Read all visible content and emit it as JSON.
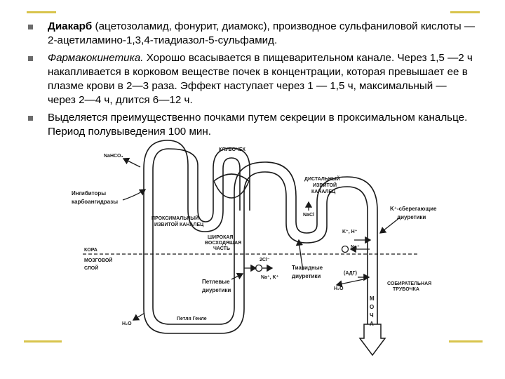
{
  "bullets": [
    {
      "bold": "Диакарб",
      "text": " (ацетозоламид, фонурит, диамокс), производное сульфаниловой кислоты — 2-ацетиламино-1,3,4-тиадиазол-5-сульфамид."
    },
    {
      "italic": "Фармакокинетика.",
      "text": " Хорошо всасывается в пищеварительном канале. Через 1,5 —2 ч накапливается в корковом веществе почек в концентрации, которая превышает ее в плазме крови в 2—3 раза. Эффект наступает через 1 — 1,5 ч, максимальный — через 2—4 ч, длится 6—12 ч."
    },
    {
      "text": "Выделяется преимущественно почками путем секреции в проксимальном канальце. Период полувыведения 100 мин."
    }
  ],
  "diagram": {
    "nahco3": "NaHCO₃",
    "glomerulus": "КЛУБОЧЕК",
    "inhibitors_1": "Ингибиторы",
    "inhibitors_2": "карбоангидразы",
    "prox_1": "ПРОКСИМАЛЬНЫЙ",
    "prox_2": "ИЗВИТОЙ КАНАЛЕЦ",
    "distal_1": "ДИСТАЛЬНЫЙ",
    "distal_2": "ИЗВИТОЙ",
    "distal_3": "КАНАЛЕЦ",
    "nacl": "NaCl",
    "ksparing_1": "K⁺-сберегающие",
    "ksparing_2": "диуретики",
    "wide_1": "ШИРОКАЯ",
    "wide_2": "ВОСХОДЯЩАЯ",
    "wide_3": "ЧАСТЬ",
    "kh": "K⁺, H⁺",
    "na_plus": "Na⁺",
    "cortex": "КОРА",
    "medulla_1": "МОЗГОВОЙ",
    "medulla_2": "СЛОЙ",
    "two_cl": "2Cl⁻",
    "na_k": "Na⁺, K⁺",
    "loop_diur_1": "Петлевые",
    "loop_diur_2": "диуретики",
    "thiazide_1": "Тиазидные",
    "thiazide_2": "диуретики",
    "adh": "(АДГ)",
    "collecting_1": "СОБИРАТЕЛЬНАЯ",
    "collecting_2": "ТРУБОЧКА",
    "h2o_right": "H₂O",
    "h2o_left": "H₂O",
    "henle": "Петля Генле",
    "urine": [
      "М",
      "О",
      "Ч",
      "А"
    ]
  },
  "colors": {
    "accent_rule": "#d8c44c",
    "bullet": "#6b6b6b",
    "ink": "#1a1a1a"
  }
}
